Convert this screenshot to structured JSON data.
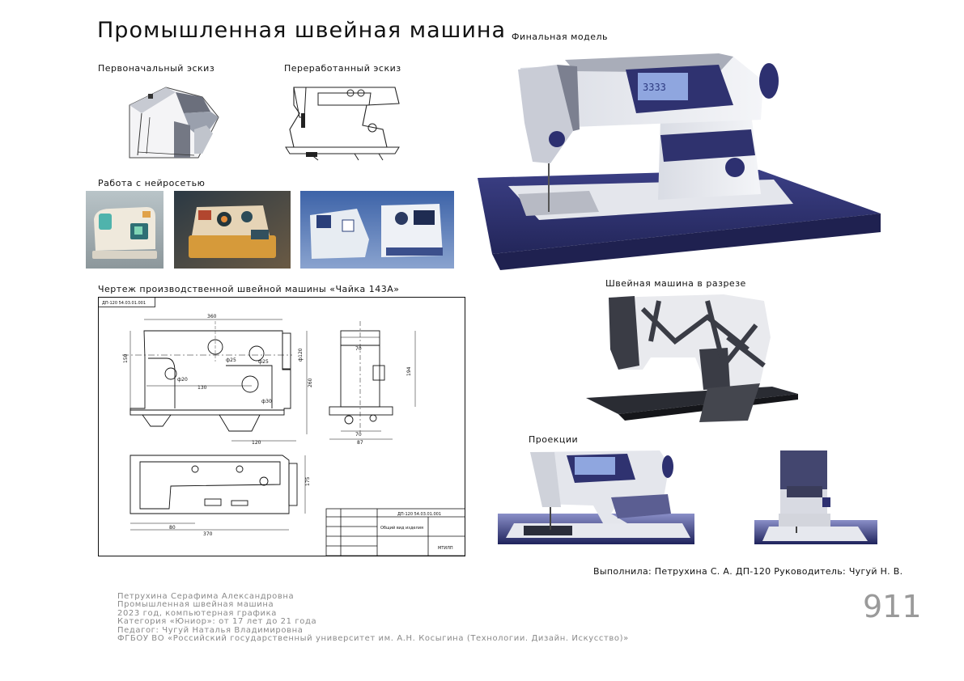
{
  "page": {
    "title": "Промышленная швейная машина",
    "sections": {
      "initial_sketch": "Первоначальный эскиз",
      "revised_sketch": "Переработанный эскиз",
      "neural_work": "Работа с нейросетью",
      "drawing": "Чертеж производственной швейной машины «Чайка 143А»",
      "final_model": "Финальная модель",
      "cutaway": "Швейная машина в разрезе",
      "projections": "Проекции"
    },
    "credit": "Выполнила: Петрухина С. А. ДП-120 Руководитель: Чугуй Н. В.",
    "page_number": "911"
  },
  "drawing": {
    "stamp_top": "ДП-120 54.03.01.001",
    "stamp_main": "ДП-120 54.03.01.001",
    "stamp_general": "Общий вид изделия",
    "stamp_org": "МТИЛП",
    "dims": {
      "d360": "360",
      "d150": "150",
      "d130": "130",
      "d120": "120",
      "d260": "260",
      "d370": "370",
      "d80": "80",
      "d175": "175",
      "d70a": "70",
      "d70b": "70",
      "d87": "87",
      "d194": "194",
      "phi120": "ф120",
      "phi25a": "ф25",
      "phi25b": "ф25",
      "phi20": "ф20",
      "phi30": "ф30"
    }
  },
  "info": {
    "lines": [
      "Петрухина Серафима Александровна",
      "Промышленная швейная машина",
      "2023 год, компьютерная графика",
      "Категория «Юниор»: от 17 лет до 21 года",
      "Педагог: Чугуй Наталья Владимировна",
      "ФГБОУ ВО «Российский государственный университет им. А.Н. Косыгина (Технологии. Дизайн. Искусство)»"
    ]
  },
  "colors": {
    "navy": "#2e3270",
    "table_blue": "#34387a",
    "machine_white": "#e9ebf0",
    "screen_blue": "#8ea4dd",
    "dark_grey": "#3a3c45"
  }
}
